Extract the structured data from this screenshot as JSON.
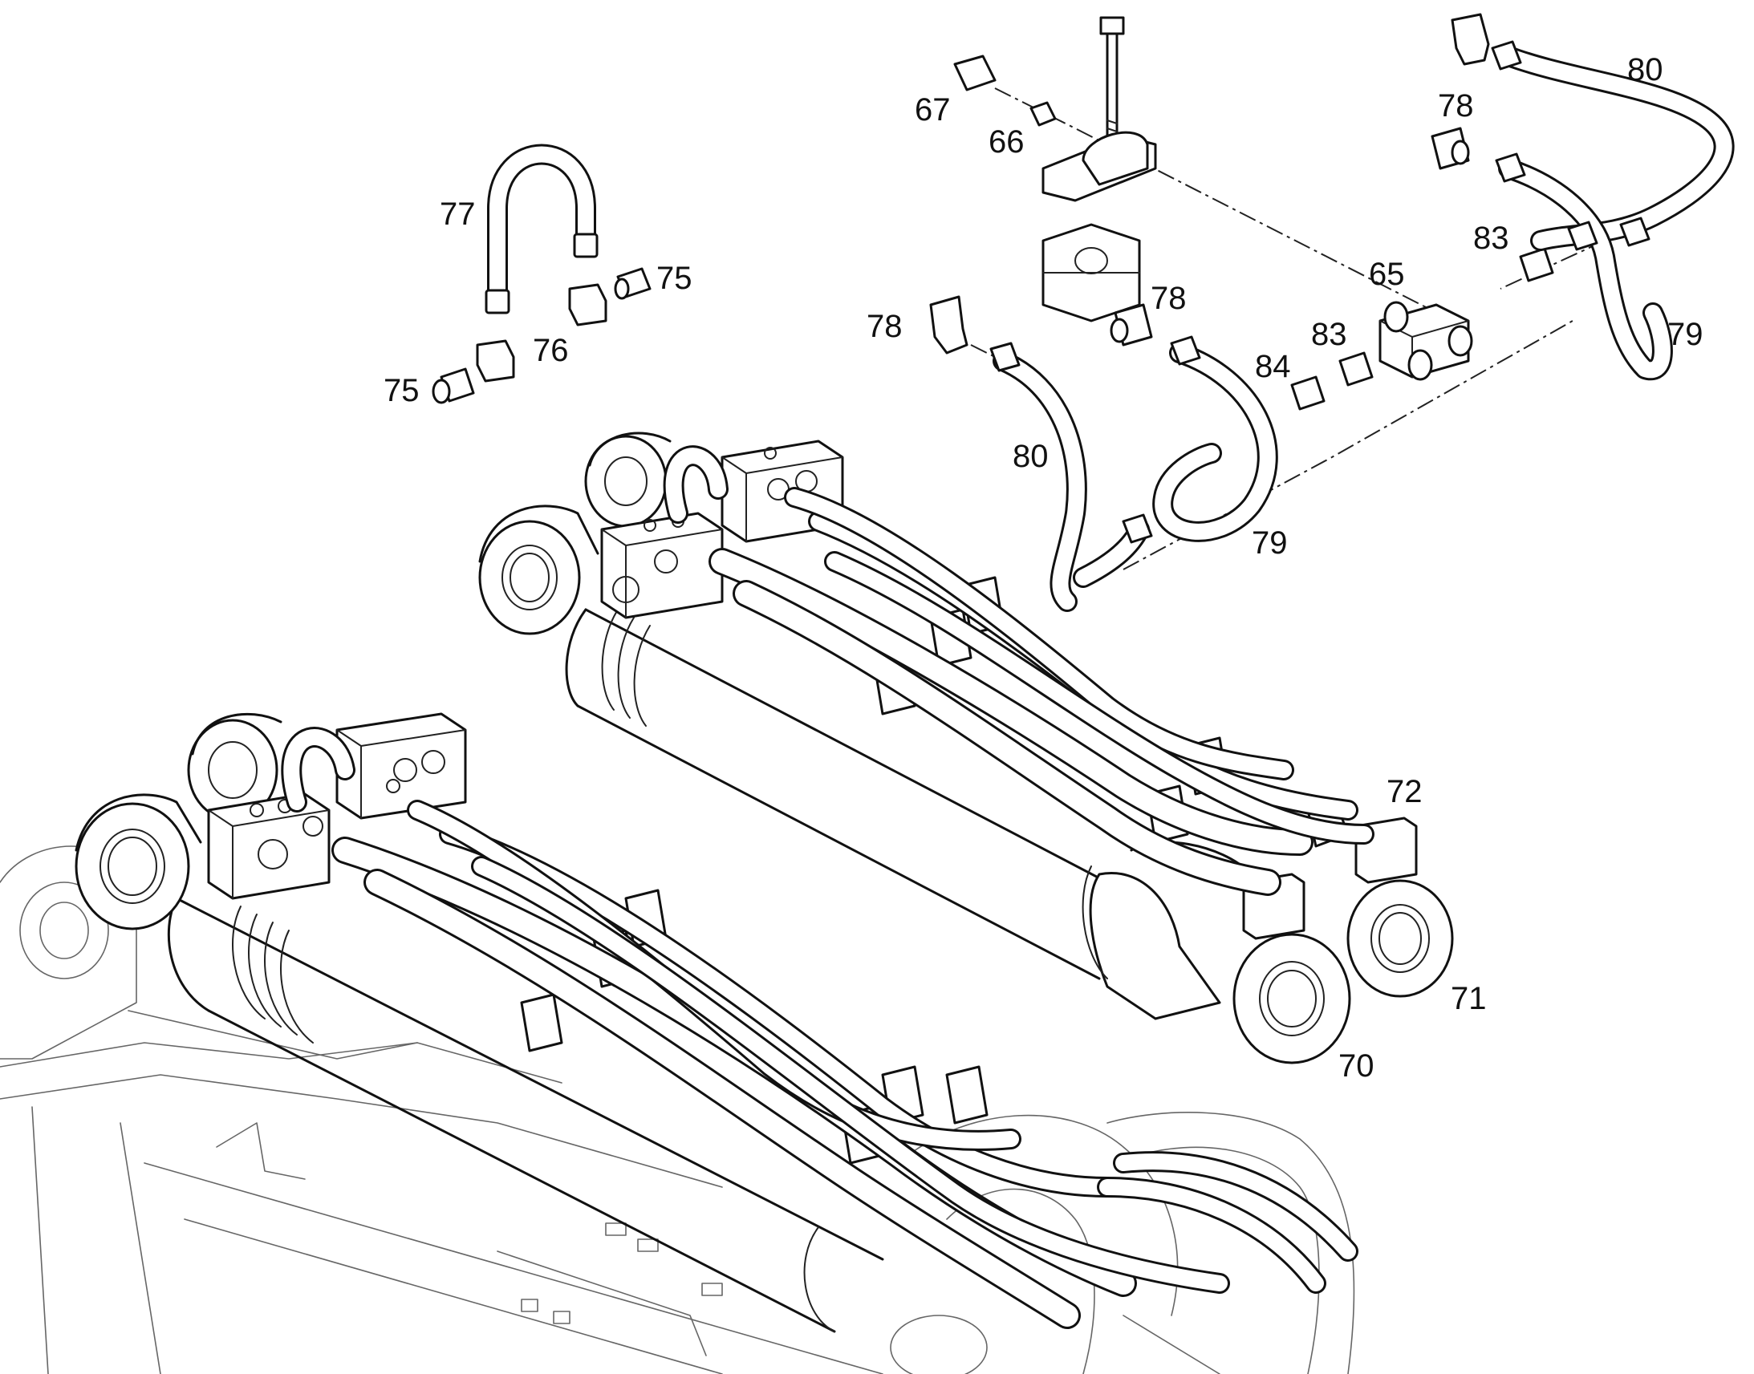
{
  "callouts": [
    {
      "id": "c67a",
      "text": "67"
    },
    {
      "id": "c66",
      "text": "66"
    },
    {
      "id": "c77",
      "text": "77"
    },
    {
      "id": "c75a",
      "text": "75"
    },
    {
      "id": "c76",
      "text": "76"
    },
    {
      "id": "c75b",
      "text": "75"
    },
    {
      "id": "c78a",
      "text": "78"
    },
    {
      "id": "c78b",
      "text": "78"
    },
    {
      "id": "c80a",
      "text": "80"
    },
    {
      "id": "c84",
      "text": "84"
    },
    {
      "id": "c83a",
      "text": "83"
    },
    {
      "id": "c65",
      "text": "65"
    },
    {
      "id": "c83b",
      "text": "83"
    },
    {
      "id": "c78c",
      "text": "78"
    },
    {
      "id": "c80b",
      "text": "80"
    },
    {
      "id": "c79a",
      "text": "79"
    },
    {
      "id": "c79b",
      "text": "79"
    },
    {
      "id": "c72",
      "text": "72"
    },
    {
      "id": "c71",
      "text": "71"
    },
    {
      "id": "c70",
      "text": "70"
    }
  ]
}
